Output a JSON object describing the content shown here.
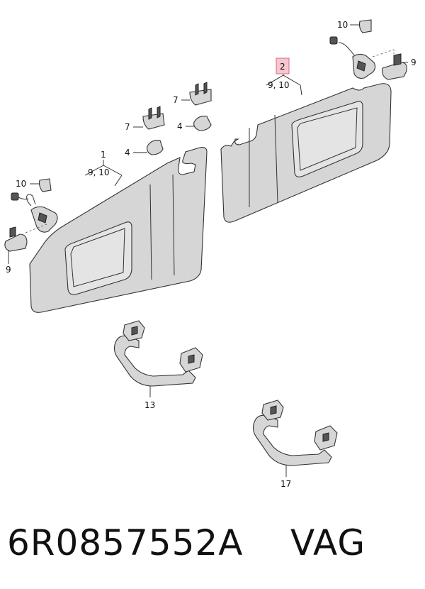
{
  "callouts": {
    "c1": "1",
    "c1_sub": "9, 10",
    "c2": "2",
    "c2_sub": "9, 10",
    "c4a": "4",
    "c4b": "4",
    "c7a": "7",
    "c7b": "7",
    "c9left": "9",
    "c9right": "9",
    "c10left": "10",
    "c10right": "10",
    "c13": "13",
    "c17": "17"
  },
  "footer": {
    "part_number": "6R0857552A",
    "brand": "VAG"
  },
  "colors": {
    "part_fill": "#d6d6d6",
    "highlight": "#f7c6cf"
  }
}
